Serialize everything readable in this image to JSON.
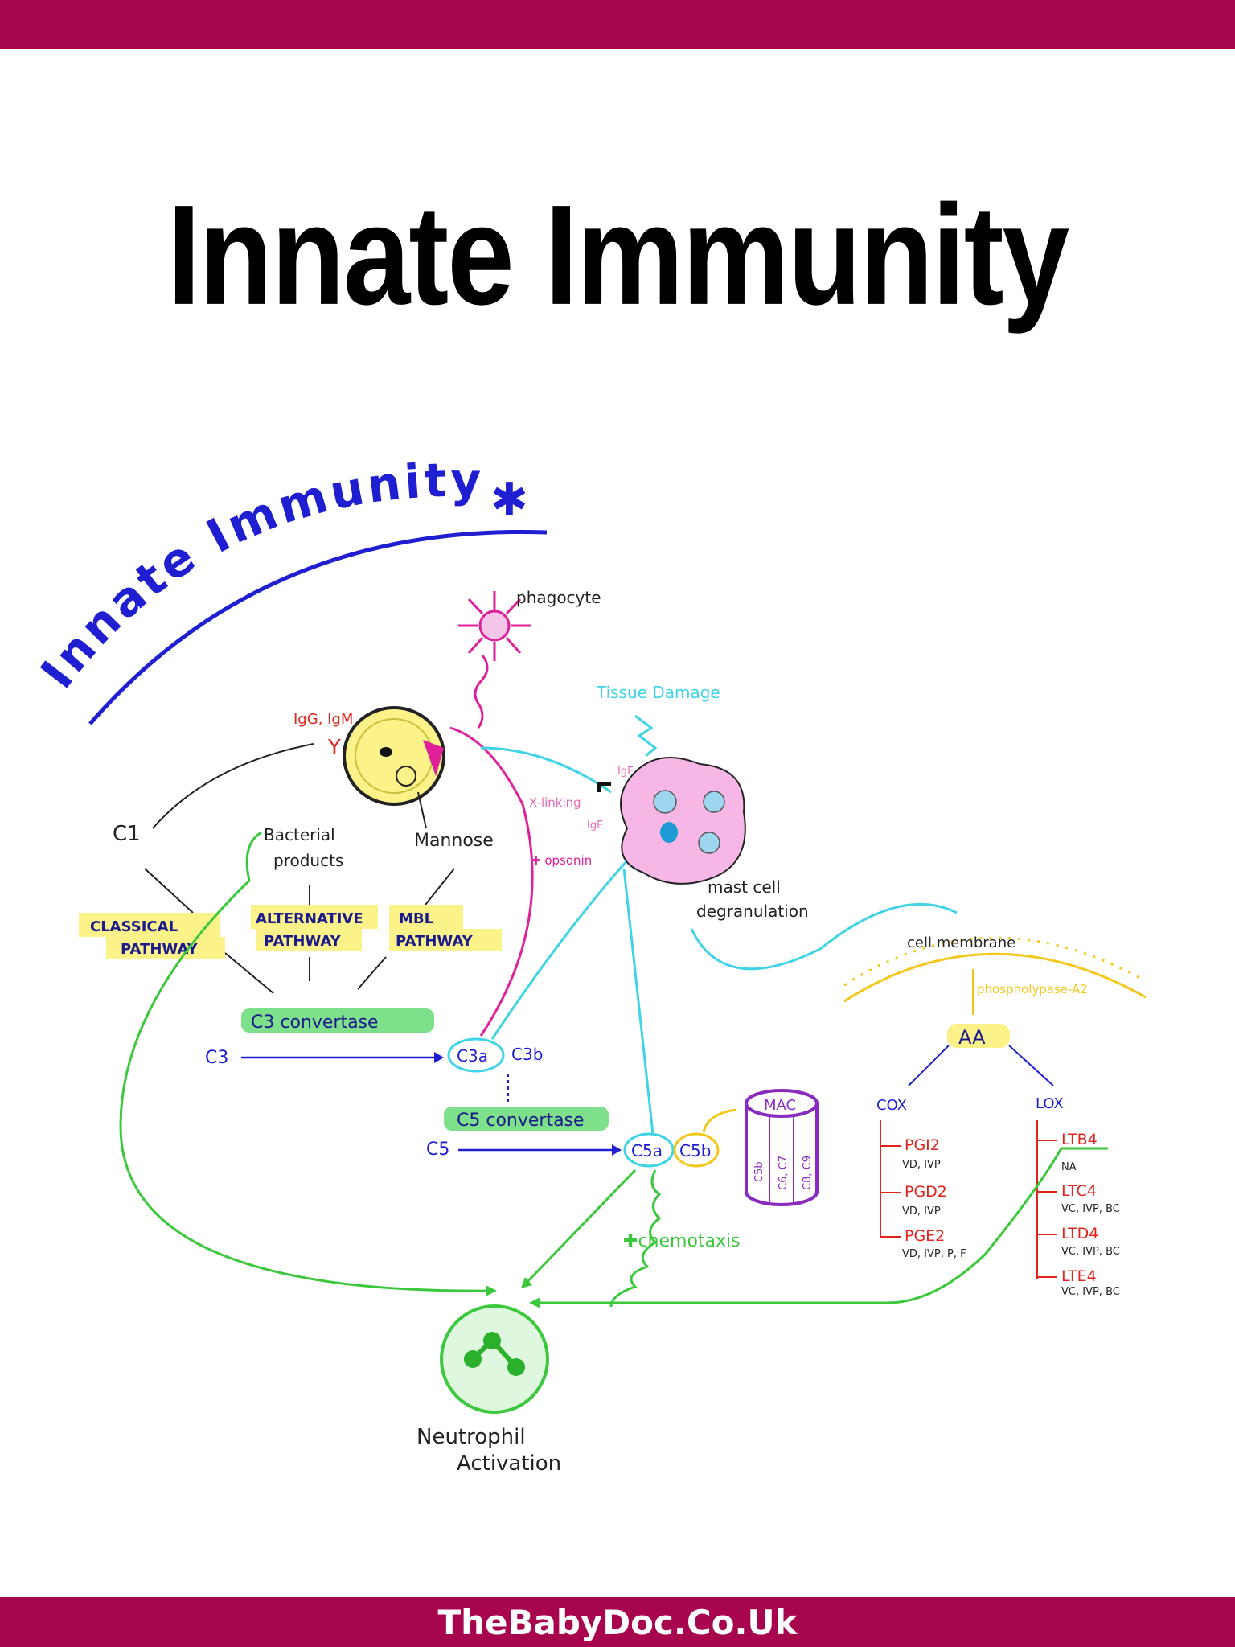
{
  "page": {
    "title": "Innate Immunity",
    "footer": "TheBabyDoc.Co.Uk"
  },
  "diagram": {
    "heading": "Innate Immunity",
    "phagocyte": "phagocyte",
    "igg_igm": "IgG, IgM",
    "c1": "C1",
    "bacterial_products_1": "Bacterial",
    "bacterial_products_2": "products",
    "mannose": "Mannose",
    "classical_1": "CLASSICAL",
    "classical_2": "PATHWAY",
    "alternative_1": "ALTERNATIVE",
    "alternative_2": "PATHWAY",
    "mbl_1": "MBL",
    "mbl_2": "PATHWAY",
    "c3_convertase": "C3 convertase",
    "c3": "C3",
    "c3a": "C3a",
    "c3b": "C3b",
    "c5_convertase": "C5 convertase",
    "c5": "C5",
    "c5a": "C5a",
    "c5b": "C5b",
    "mac": "MAC",
    "mac_c5b": "C5b",
    "mac_c6c7": "C6, C7",
    "mac_c8c9": "C8, C9",
    "opsonin": "opsonin",
    "chemotaxis": "chemotaxis",
    "tissue_damage": "Tissue Damage",
    "x_linking": "X-linking",
    "ige_1": "IgE",
    "ige_2": "IgE",
    "mast_cell_1": "mast cell",
    "mast_cell_2": "degranulation",
    "cell_membrane": "cell membrane",
    "phospholipase": "phospholypase-A2",
    "aa": "AA",
    "cox": "COX",
    "lox": "LOX",
    "cox_products": [
      {
        "name": "PGI2",
        "effects": "VD, IVP"
      },
      {
        "name": "PGD2",
        "effects": "VD, IVP"
      },
      {
        "name": "PGE2",
        "effects": "VD, IVP, P, F"
      }
    ],
    "lox_products": [
      {
        "name": "LTB4",
        "effects": "NA"
      },
      {
        "name": "LTC4",
        "effects": "VC, IVP, BC"
      },
      {
        "name": "LTD4",
        "effects": "VC, IVP, BC"
      },
      {
        "name": "LTE4",
        "effects": "VC, IVP, BC"
      }
    ],
    "neutrophil_1": "Neutrophil",
    "neutrophil_2": "Activation"
  },
  "colors": {
    "brand": "#a8054f",
    "blue": "#1f1fd1",
    "green": "#3cc83c",
    "magenta": "#e0209a",
    "cyan": "#3fd3e6",
    "yellow_highlight": "#fbf28a",
    "green_highlight": "#7ee08a",
    "red": "#e0241c",
    "purple": "#8a2bbf"
  }
}
